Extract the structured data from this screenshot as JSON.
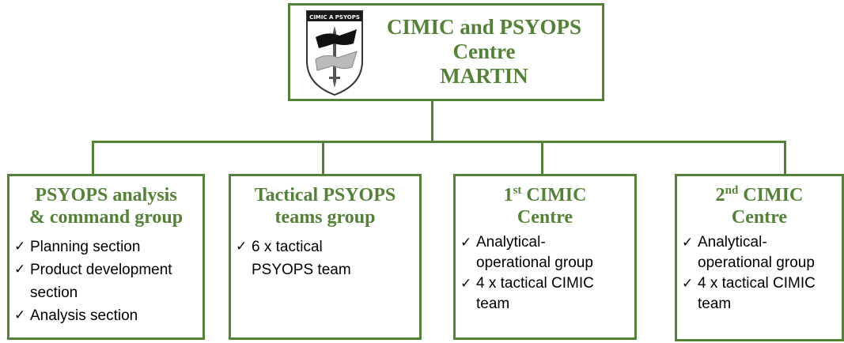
{
  "top": {
    "emblem_text": "CIMIC A PSYOPS",
    "title_line1": "CIMIC and PSYOPS",
    "title_line2": "Centre",
    "title_line3": "MARTIN"
  },
  "units": [
    {
      "title_line1": "PSYOPS analysis",
      "title_line2": "& command group",
      "items": [
        "Planning section",
        "Product development section",
        "Analysis section"
      ]
    },
    {
      "title_line1": "Tactical PSYOPS",
      "title_line2": "teams group",
      "items": [
        "6 x tactical PSYOPS team"
      ]
    },
    {
      "title_num": "1",
      "title_sup": "st",
      "title_rest": " CIMIC",
      "title_line2": "Centre",
      "items": [
        "Analytical-operational group",
        "4 x tactical CIMIC team"
      ]
    },
    {
      "title_num": "2",
      "title_sup": "nd",
      "title_rest": " CIMIC",
      "title_line2": "Centre",
      "items": [
        "Analytical-operational group",
        "4 x tactical CIMIC team"
      ]
    }
  ],
  "colors": {
    "accent": "#538135",
    "text": "#000000"
  },
  "icons": {
    "emblem": "shield-crest-icon",
    "bullet": "checkmark-icon"
  }
}
